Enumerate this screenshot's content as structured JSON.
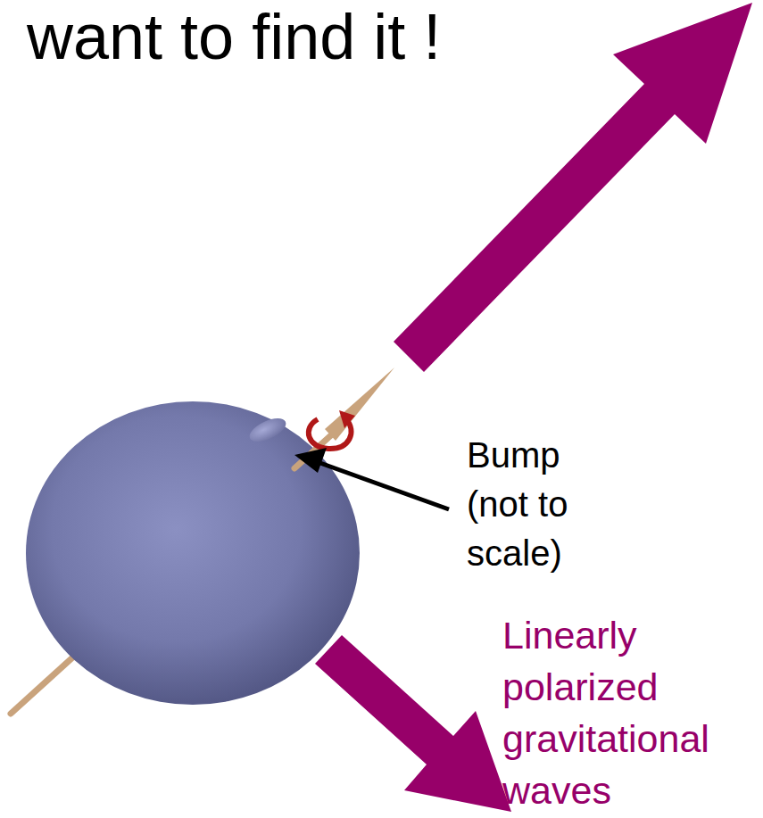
{
  "diagram": {
    "title": "want to find it !",
    "labels": [
      "Bump (not to scale)",
      "Linearly polarized gravitational waves"
    ]
  }
}
